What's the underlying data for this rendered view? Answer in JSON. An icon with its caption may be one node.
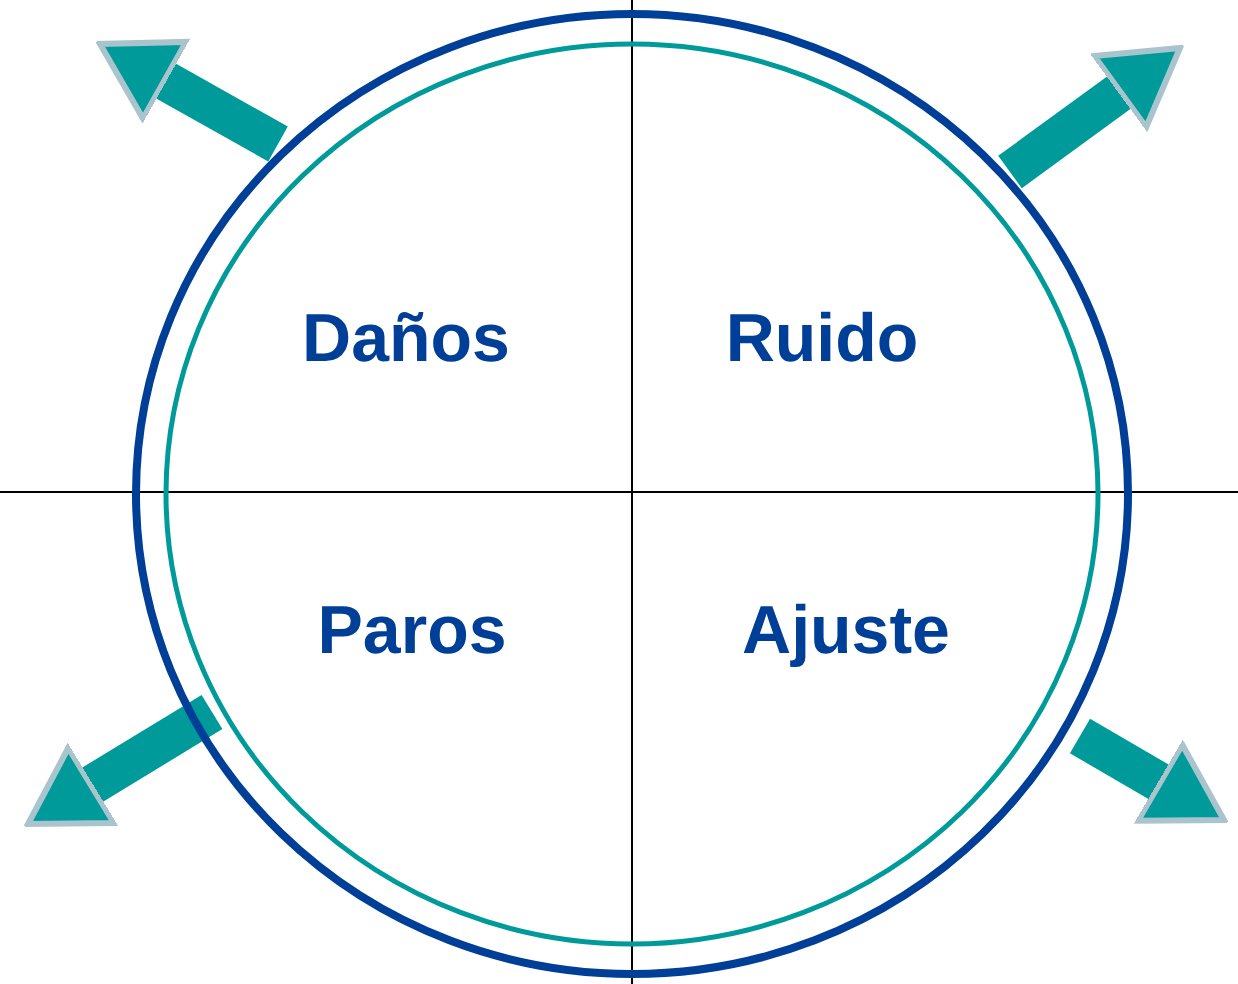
{
  "diagram": {
    "nodes": [
      {
        "text": [
          "Daños",
          "Ruido",
          "Paros",
          "Ajuste"
        ]
      }
    ]
  }
}
